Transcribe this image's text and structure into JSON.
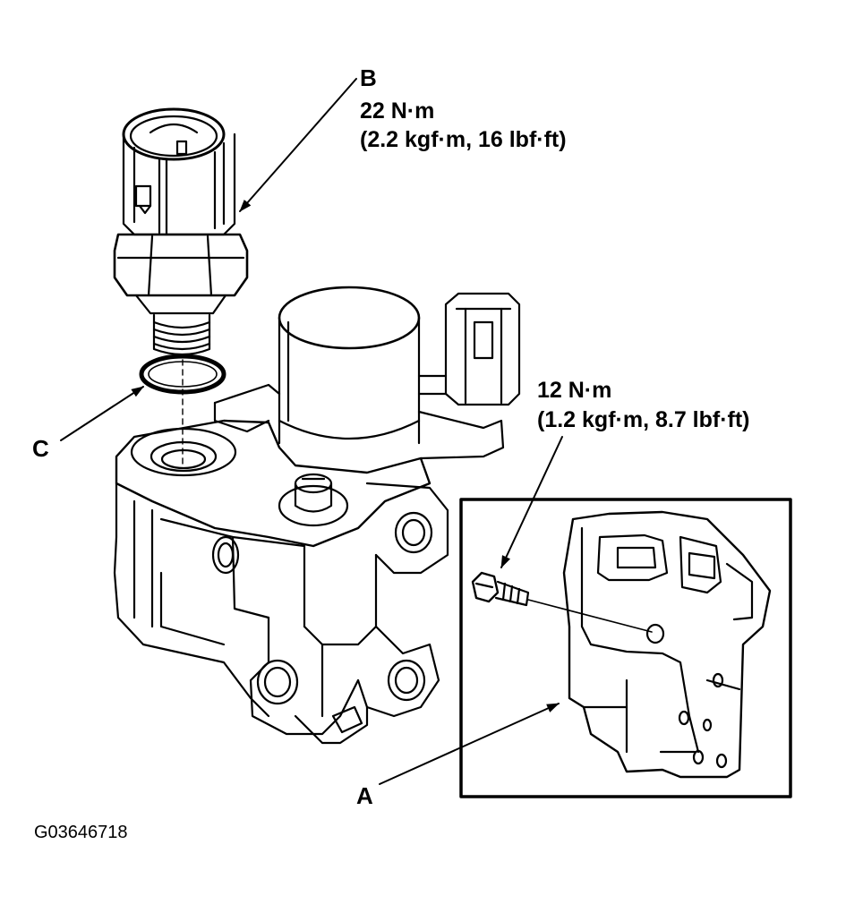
{
  "labels": {
    "a": "A",
    "b": "B",
    "c": "C"
  },
  "torque_b": {
    "nm": "22 N·m",
    "alt": "(2.2 kgf·m, 16 lbf·ft)"
  },
  "torque_bolt": {
    "nm": "12 N·m",
    "alt": "(1.2 kgf·m, 8.7 lbf·ft)"
  },
  "figure_code": "G03646718",
  "colors": {
    "ink": "#000000",
    "paper": "#ffffff"
  }
}
